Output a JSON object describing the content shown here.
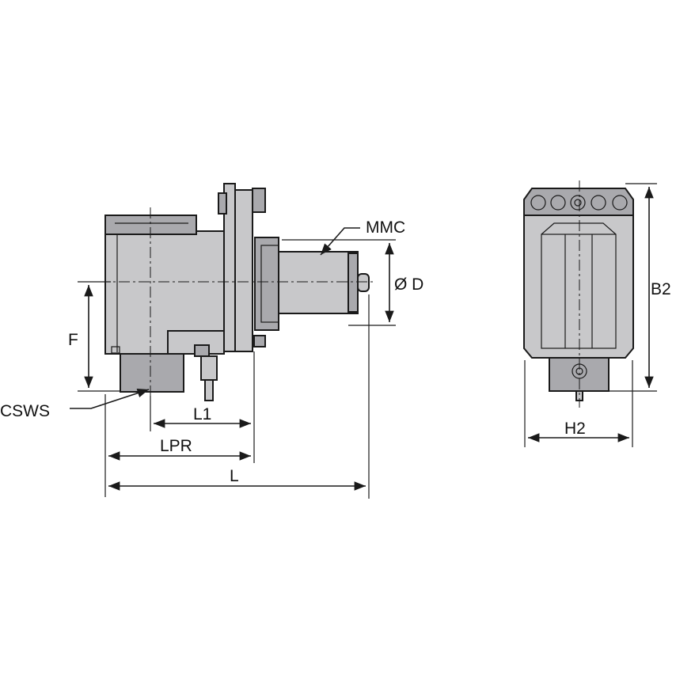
{
  "labels": {
    "mmc": "MMC",
    "d": "Ø D",
    "f": "F",
    "cswS": "CSWS",
    "l1": "L1",
    "lpr": "LPR",
    "l": "L",
    "b2": "B2",
    "h2": "H2"
  }
}
